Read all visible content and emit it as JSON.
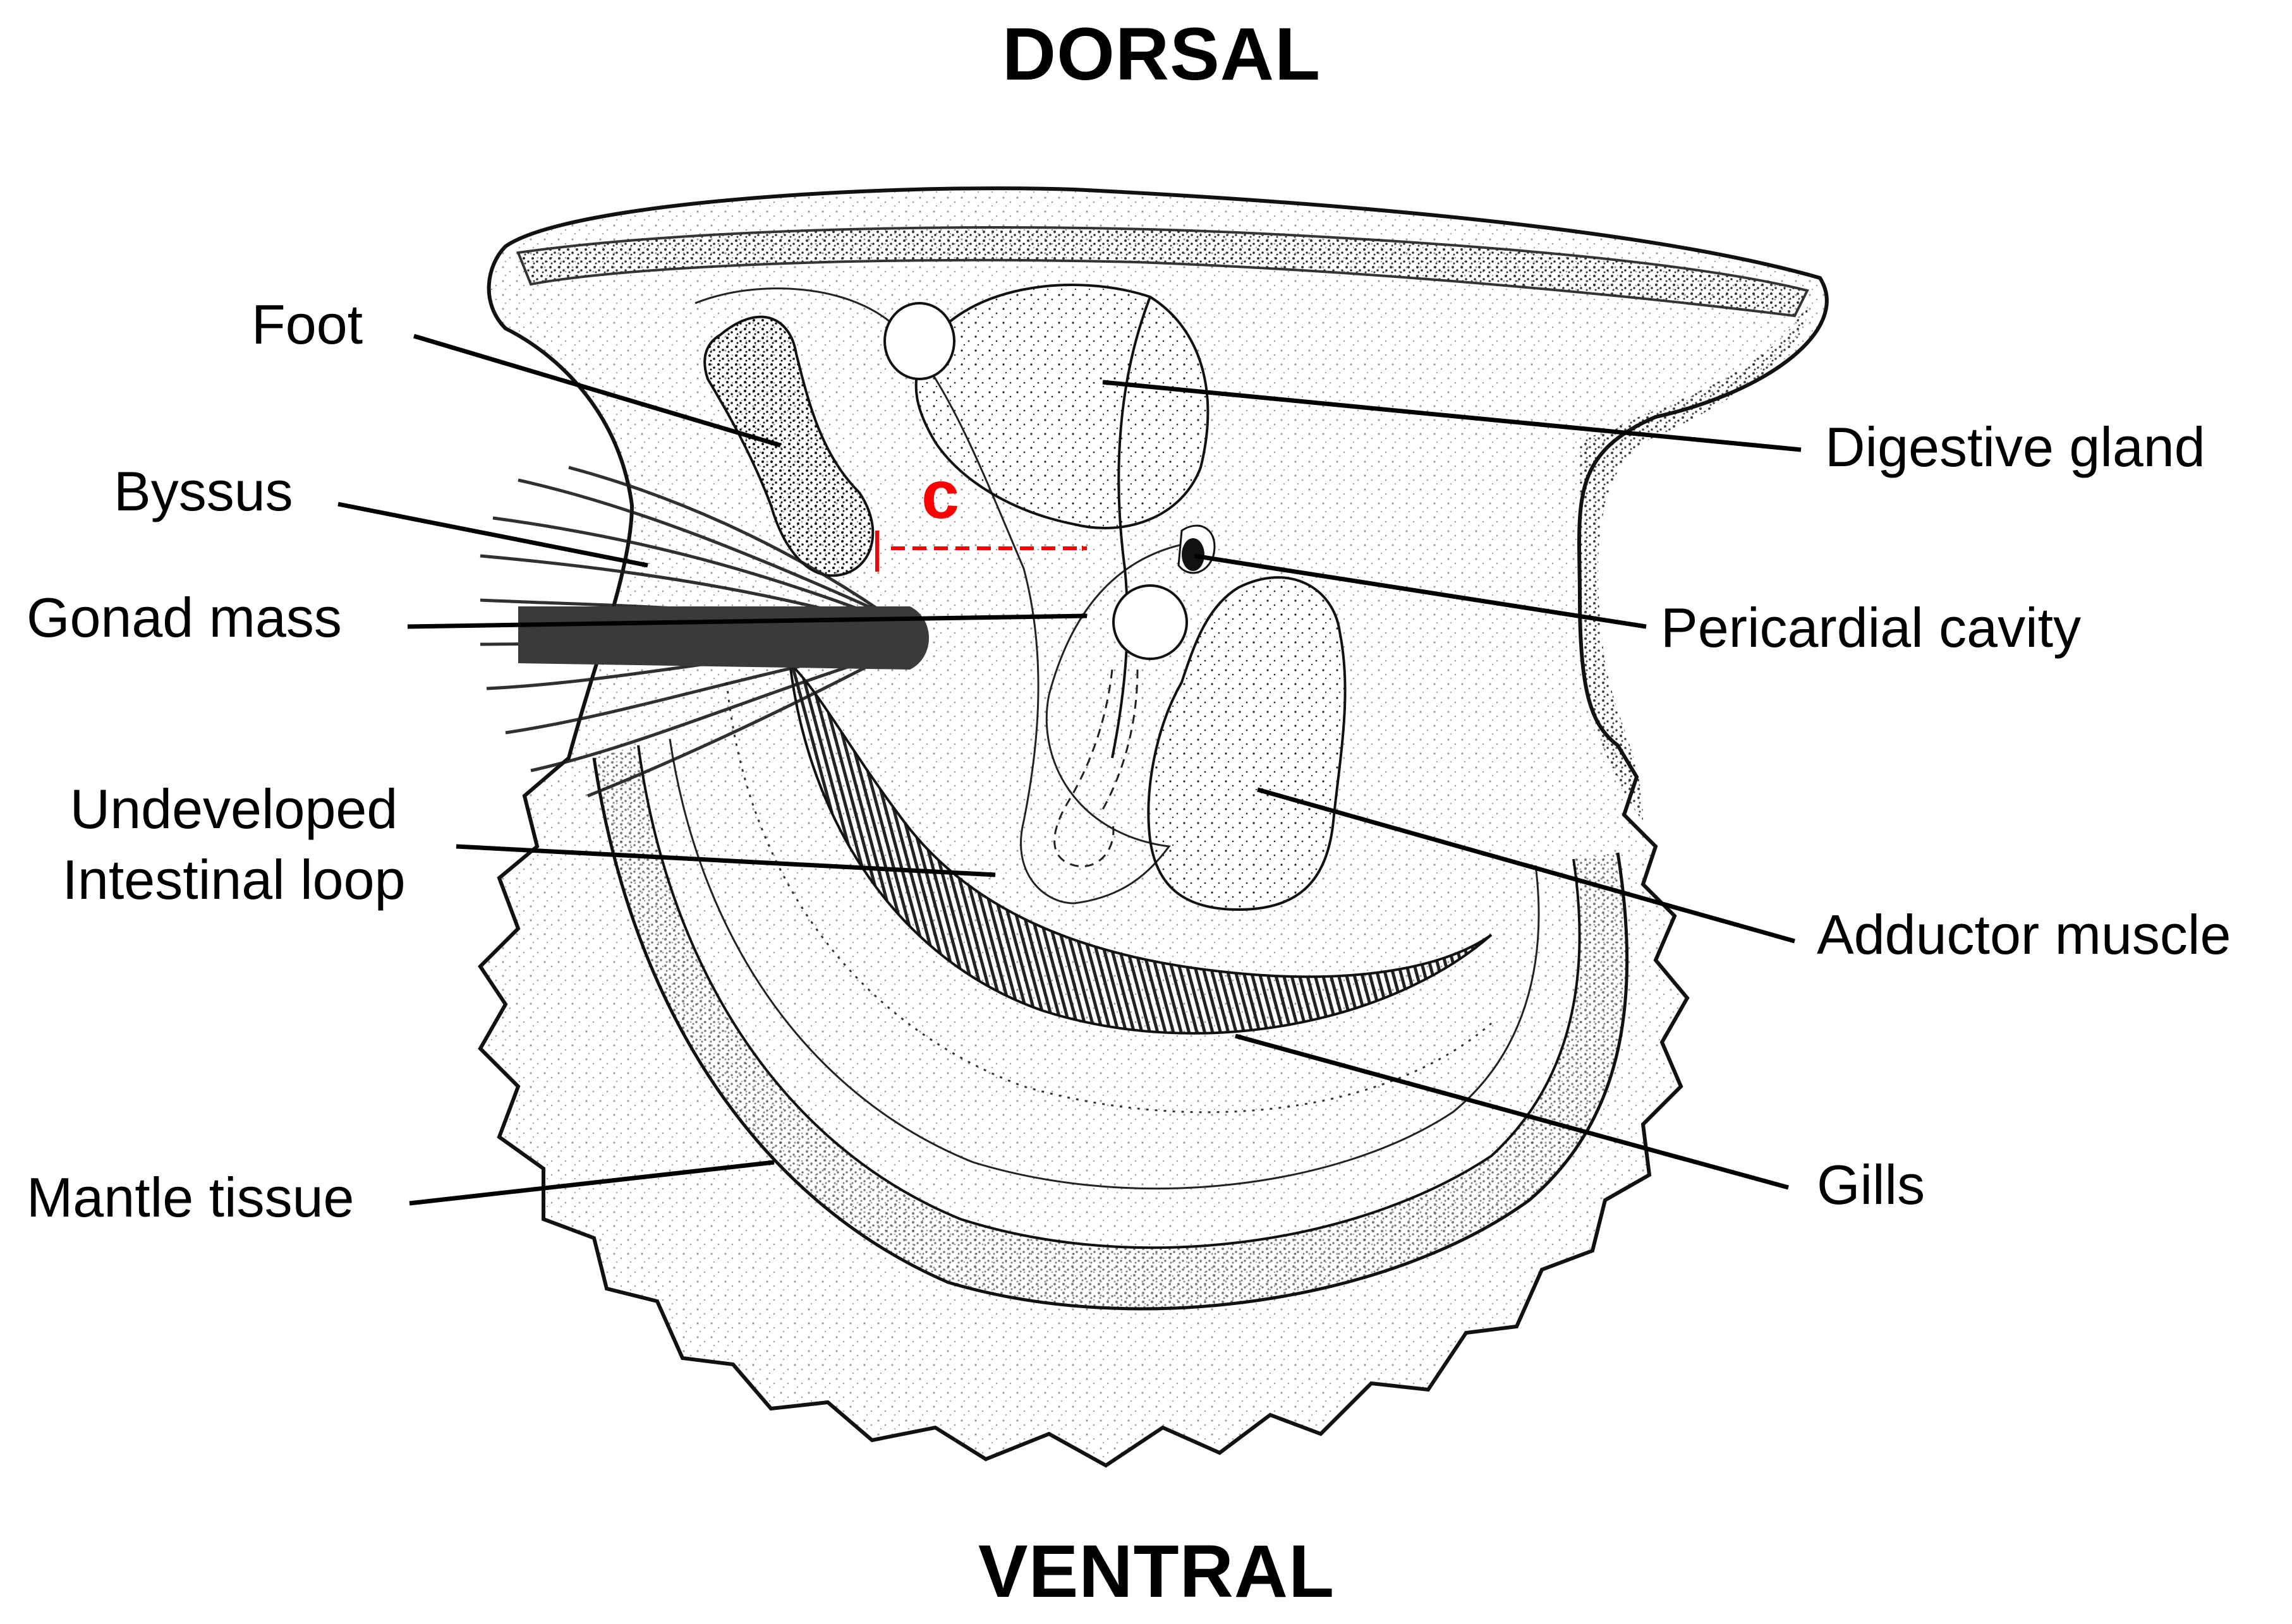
{
  "orientation": {
    "top": "DORSAL",
    "bottom": "VENTRAL"
  },
  "labels": {
    "foot": "Foot",
    "byssus": "Byssus",
    "gonad_mass": "Gonad mass",
    "intestinal_loop_line1": "Undeveloped",
    "intestinal_loop_line2": "Intestinal loop",
    "mantle_tissue": "Mantle tissue",
    "digestive_gland": "Digestive gland",
    "pericardial_cavity": "Pericardial cavity",
    "adductor_muscle": "Adductor muscle",
    "gills": "Gills"
  },
  "marker": {
    "text": "c",
    "color": "#ff0000"
  },
  "colors": {
    "ink": "#000000",
    "shading": "#3a3a3a",
    "accent": "#ff0000",
    "background": "#ffffff"
  }
}
